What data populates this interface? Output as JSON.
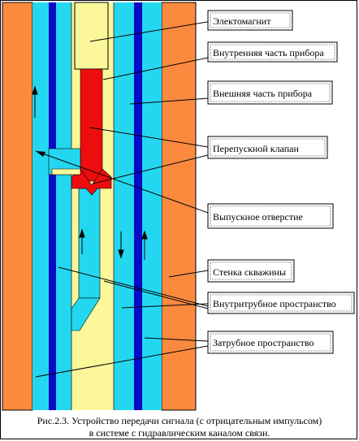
{
  "colors": {
    "wall": "#fb8a3f",
    "annulus": "#23d7f0",
    "pipe": "#0a0ac8",
    "body": "#fbf79a",
    "valve": "#ee0d0d",
    "label_bg": "#ffffff"
  },
  "labels": {
    "electromagnet": "Электомагнит",
    "inner_part": "Внутренняя часть прибора",
    "outer_part": "Внешняя часть прибора",
    "bypass_valve": "Перепускной клапан",
    "outlet": "Выпускное отверстие",
    "well_wall": "Стенка скважины",
    "tubing_space": "Внутритрубное пространство",
    "annular_space": "Затрубное пространство"
  },
  "caption": {
    "line1": "Рис.2.3.  Устройство передачи сигнала (с отрицательным  импульсом)",
    "line2": "в системе с гидравлическим каналом связи."
  }
}
